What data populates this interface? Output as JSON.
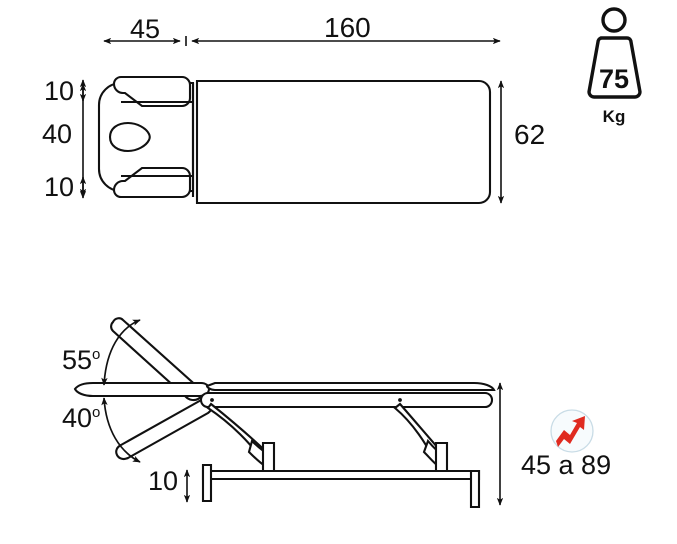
{
  "diagram": {
    "title": "Massage / treatment table technical dimension drawing",
    "units": "cm",
    "line_color": "#111111",
    "background_color": "#ffffff"
  },
  "top_view": {
    "name": "top-view",
    "dimensions": {
      "headrest_length": "45",
      "body_length": "160",
      "width": "62",
      "head_section_top": "10",
      "head_section_middle": "40",
      "head_section_bottom": "10"
    }
  },
  "side_view": {
    "name": "side-view",
    "dimensions": {
      "backrest_angle": "55",
      "degree_symbol": "o",
      "legrest_angle": "40",
      "base_height": "10",
      "height_range": "45 a 89"
    }
  },
  "weight_badge": {
    "name": "max-load-badge",
    "value": "75",
    "unit": "Kg",
    "icon": "weight-icon"
  },
  "height_adjust_badge": {
    "name": "height-adjustable-badge",
    "icon": "red-up-arrow-icon",
    "accent_color": "#e02b20",
    "circle_fill": "#f7fbfd",
    "circle_stroke": "#c9dce6"
  }
}
